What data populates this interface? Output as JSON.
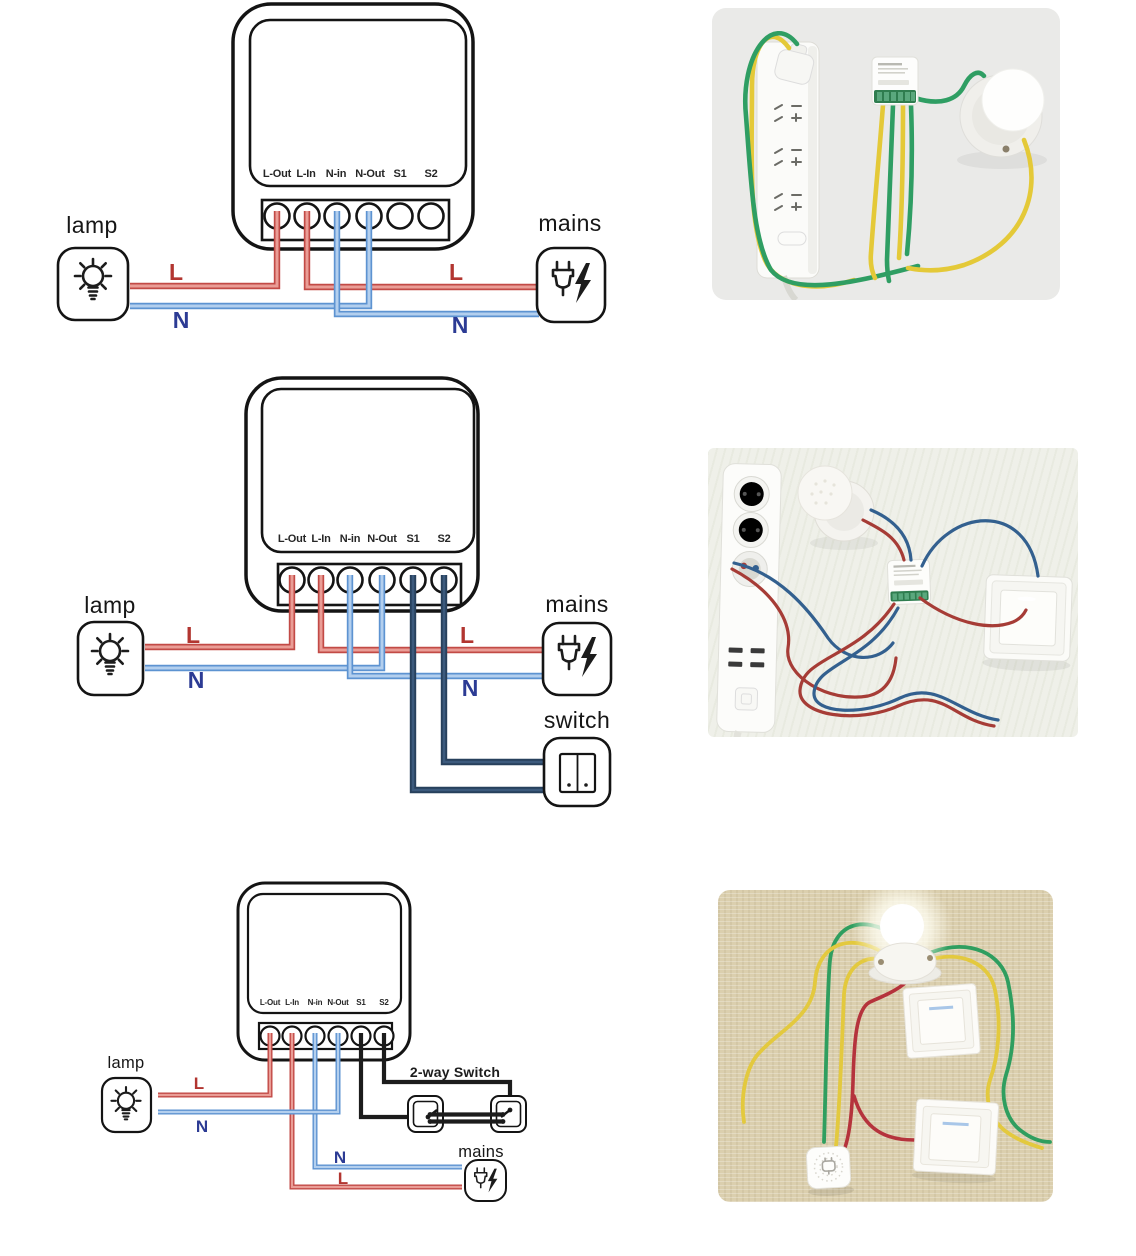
{
  "colors": {
    "wire-red-outer": "#c24a46",
    "wire-red-inner": "#ea9d96",
    "wire-blue-outer": "#5d93d1",
    "wire-blue-inner": "#b3cfee",
    "wire-navy-outer": "#27405c",
    "wire-navy-inner": "#3c5a7d",
    "wire-black": "#1c1c1c",
    "label-red": "#b23530",
    "label-blue": "#2c3b94",
    "photo-green": "#2f9e63",
    "photo-yellow": "#e4c938",
    "photo-red": "#a63c36",
    "photo-blue": "#33608f"
  },
  "diagram1": {
    "terminals": [
      "L-Out",
      "L-In",
      "N-in",
      "N-Out",
      "S1",
      "S2"
    ],
    "lamp_label": "lamp",
    "mains_label": "mains",
    "lamp_l": "L",
    "lamp_n": "N",
    "mains_l": "L",
    "mains_n": "N"
  },
  "diagram2": {
    "terminals": [
      "L-Out",
      "L-In",
      "N-in",
      "N-Out",
      "S1",
      "S2"
    ],
    "lamp_label": "lamp",
    "mains_label": "mains",
    "switch_label": "switch",
    "lamp_l": "L",
    "lamp_n": "N",
    "mains_l": "L",
    "mains_n": "N"
  },
  "diagram3": {
    "terminals": [
      "L-Out",
      "L-In",
      "N-in",
      "N-Out",
      "S1",
      "S2"
    ],
    "lamp_label": "lamp",
    "mains_label": "mains",
    "two_way_switch_label": "2-way Switch",
    "lamp_l": "L",
    "lamp_n": "N",
    "mains_l": "L",
    "mains_n": "N"
  }
}
